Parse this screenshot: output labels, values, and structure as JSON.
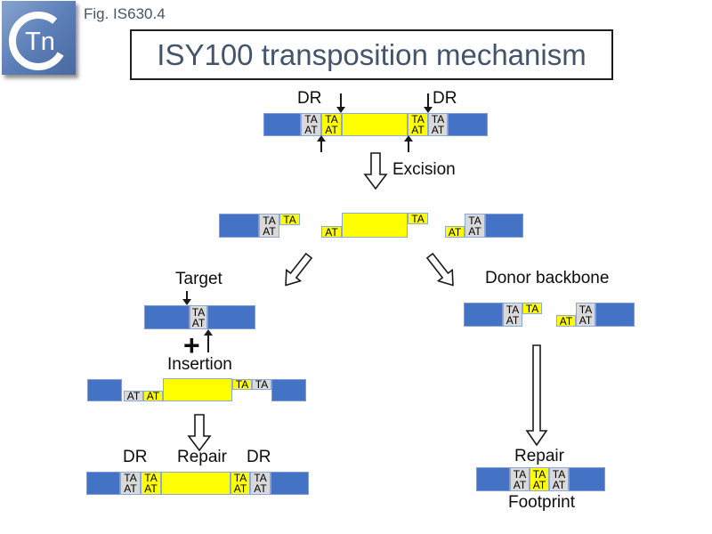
{
  "header": {
    "fig_label": "Fig. IS630.4",
    "title": "ISY100 transposition mechanism",
    "logo_text": "Tn"
  },
  "colors": {
    "flank_blue": "#4472C4",
    "transposon_yellow": "#FFFF00",
    "dr_gray": "#D9D9D9",
    "cell_border": "#8DA9DC",
    "heading_text": "#44546A"
  },
  "stage_labels": {
    "excision": "Excision",
    "target": "Target",
    "plus": "+",
    "insertion": "Insertion",
    "repair_insertion": "Repair",
    "donor_backbone": "Donor backbone",
    "repair_backbone": "Repair",
    "footprint": "Footprint"
  },
  "donor_site": {
    "dr_left": "DR",
    "dr_right": "DR",
    "boxes": [
      [
        "TA",
        "AT"
      ],
      [
        "TA",
        "AT"
      ],
      [
        "TA",
        "AT"
      ],
      [
        "TA",
        "AT"
      ]
    ]
  },
  "excised": {
    "left_flank_pair": [
      "TA",
      "AT"
    ],
    "left_flank_overhang": "TA",
    "transposon_left_overhang": "AT",
    "transposon_right_overhang": "TA",
    "right_flank_overhang": "AT",
    "right_flank_pair": [
      "TA",
      "AT"
    ]
  },
  "target_site": {
    "pair": [
      "TA",
      "AT"
    ]
  },
  "insertion_intermediate": {
    "left_target_half": "AT",
    "left_transposon_half": "AT",
    "right_transposon_half": "TA",
    "right_target_half": "TA"
  },
  "insertion_product": {
    "dr_left": "DR",
    "dr_right": "DR",
    "boxes": [
      [
        "TA",
        "AT"
      ],
      [
        "TA",
        "AT"
      ],
      [
        "TA",
        "AT"
      ],
      [
        "TA",
        "AT"
      ]
    ]
  },
  "donor_backbone": {
    "left_pair": [
      "TA",
      "AT"
    ],
    "left_overhang": "TA",
    "right_overhang": "AT",
    "right_pair": [
      "TA",
      "AT"
    ]
  },
  "footprint_product": {
    "boxes": [
      [
        "TA",
        "AT"
      ],
      [
        "TA",
        "AT"
      ],
      [
        "TA",
        "AT"
      ]
    ]
  }
}
